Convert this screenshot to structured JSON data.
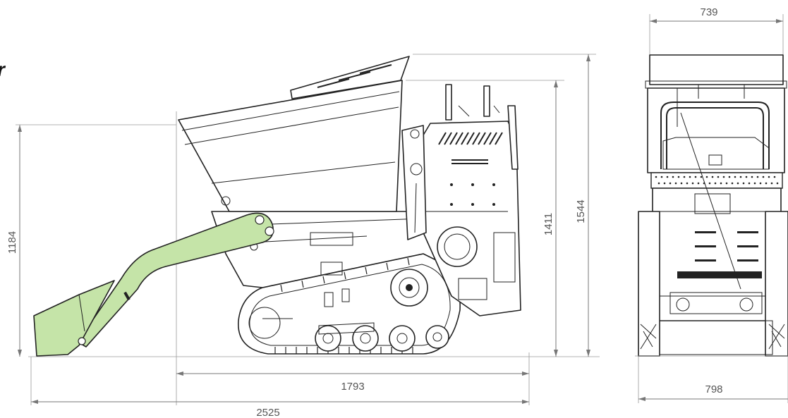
{
  "fragment_letter": "r",
  "colors": {
    "loader": "#c5e4a8",
    "outline": "#222222",
    "dimension": "#777777",
    "label": "#555555"
  },
  "dimensions": {
    "front_height": "1184",
    "frame_height": "1411",
    "total_height": "1544",
    "body_length": "1793",
    "total_length": "2525",
    "top_width": "739",
    "track_width": "798"
  }
}
